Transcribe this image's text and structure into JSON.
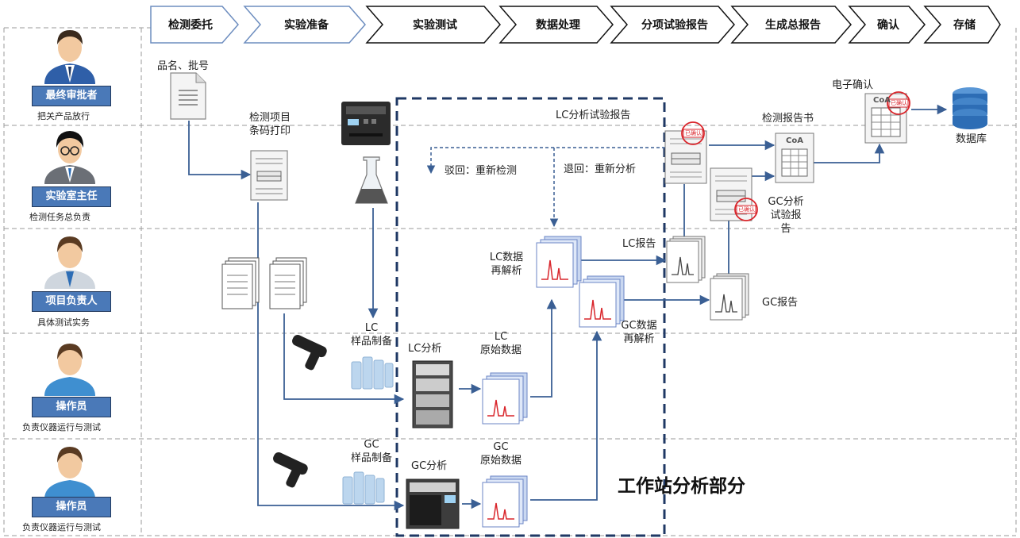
{
  "process_steps": [
    "检测委托",
    "实验准备",
    "实验测试",
    "数据处理",
    "分项试验报告",
    "生成总报告",
    "确认",
    "存储"
  ],
  "roles": [
    {
      "title": "最终审批者",
      "subtitle": "把关产品放行"
    },
    {
      "title": "实验室主任",
      "subtitle": "检测任务总负责"
    },
    {
      "title": "项目负责人",
      "subtitle": "具体测试实务"
    },
    {
      "title": "操作员",
      "subtitle": "负责仪器运行与测试"
    },
    {
      "title": "操作员",
      "subtitle": "负责仪器运行与测试"
    }
  ],
  "labels": {
    "product_batch": "品名、批号",
    "barcode_print_l1": "检测项目",
    "barcode_print_l2": "条码打印",
    "lc_report_title": "LC分析试验报告",
    "reject_retest": "驳回：重新检测",
    "return_reanalyze": "退回：重新分析",
    "lc_reparse_l1": "LC数据",
    "lc_reparse_l2": "再解析",
    "gc_reparse_l1": "GC数据",
    "gc_reparse_l2": "再解析",
    "lc_prep_l1": "LC",
    "lc_prep_l2": "样品制备",
    "gc_prep_l1": "GC",
    "gc_prep_l2": "样品制备",
    "lc_analysis": "LC分析",
    "gc_analysis": "GC分析",
    "lc_raw_l1": "LC",
    "lc_raw_l2": "原始数据",
    "gc_raw_l1": "GC",
    "gc_raw_l2": "原始数据",
    "lc_report": "LC报告",
    "gc_report": "GC报告",
    "test_report_book": "检测报告书",
    "gc_test_report_l1": "GC分析",
    "gc_test_report_l2": "试验报",
    "gc_test_report_l3": "告",
    "e_confirm": "电子确认",
    "database": "数据库",
    "workstation": "工作站分析部分",
    "coa": "CoA",
    "stamp_confirmed": "已确认"
  },
  "colors": {
    "accent": "#4a79b8",
    "line": "#3a5f94",
    "dark_dash": "#1f3864",
    "stamp": "#d9262c",
    "db": "#2d6db5"
  }
}
